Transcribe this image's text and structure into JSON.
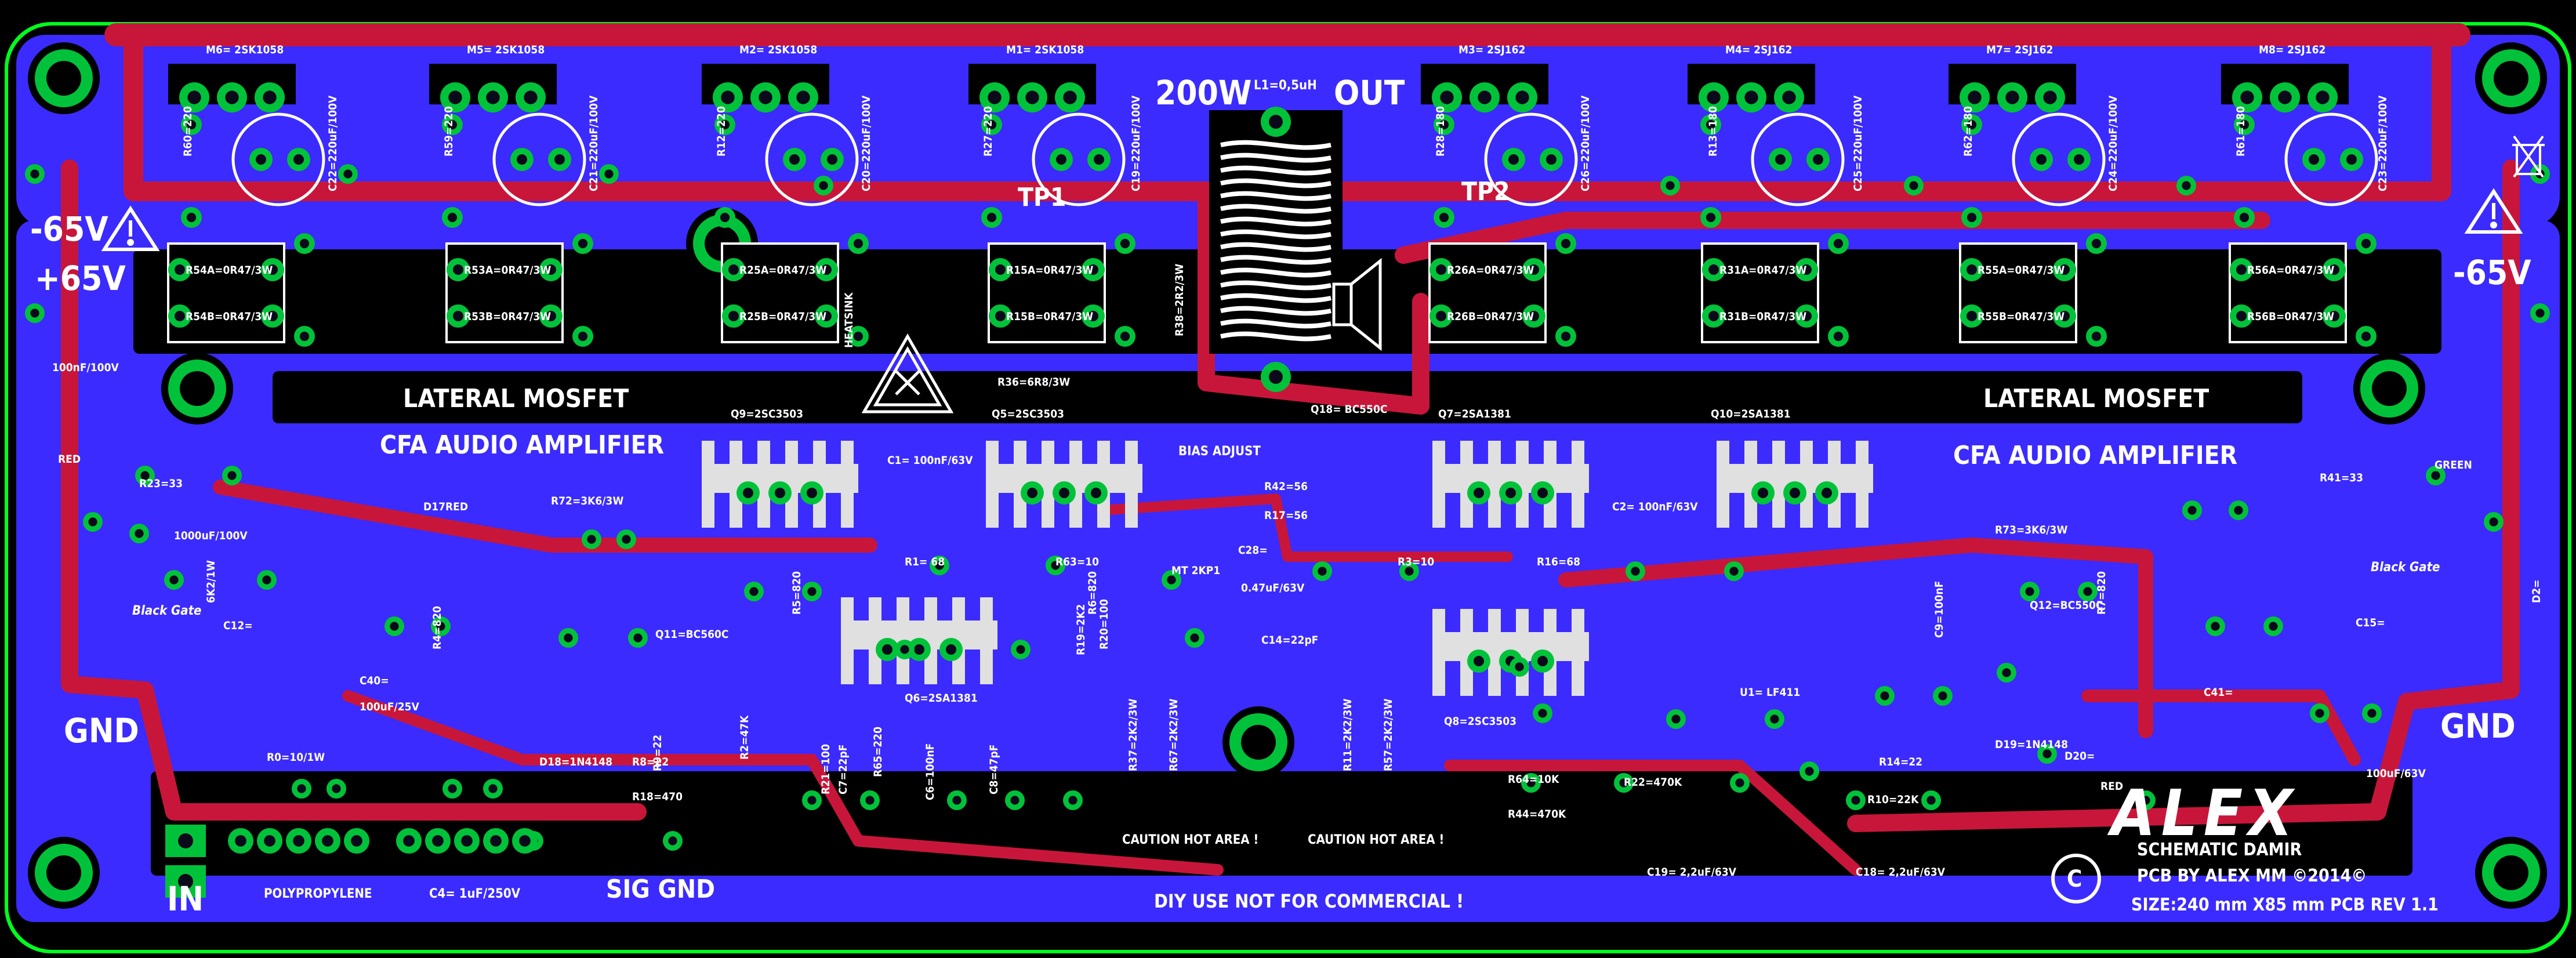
{
  "colors": {
    "background": "#000000",
    "board": "#3b2bff",
    "outline": "#00ff1e",
    "trace": "#c8163a",
    "pad": "#00c23a",
    "silk": "#ffffff",
    "hole": "#0a0a1a"
  },
  "titles": {
    "power": "200W",
    "inductor": "L1=0,5uH",
    "out": "OUT",
    "minus65_left": "-65V",
    "plus65_left": "+65V",
    "minus65_right": "-65V",
    "gnd_left": "GND",
    "gnd_right": "GND",
    "in": "IN",
    "sig_gnd": "SIG GND",
    "tp1": "TP1",
    "tp2": "TP2",
    "bias_adjust": "BIAS ADJUST",
    "lateral_left": "LATERAL MOSFET",
    "cfa_left": "CFA AUDIO AMPLIFIER",
    "lateral_right": "LATERAL MOSFET",
    "cfa_right": "CFA AUDIO AMPLIFIER",
    "caution1": "CAUTION HOT AREA !",
    "caution2": "CAUTION HOT AREA !",
    "diy": "DIY USE NOT FOR COMMERCIAL !",
    "alex": "ALEX",
    "schematic": "SCHEMATIC DAMIR",
    "pcb_by": "PCB BY ALEX MM ©2014©",
    "size": "SIZE:240 mm X85 mm  PCB REV 1.1",
    "polypropylene": "POLYPROPYLENE",
    "c4": "C4= 1uF/250V",
    "black_gate": "Black Gate",
    "red": "RED",
    "green": "GREEN"
  },
  "mosfets_top": [
    "M6= 2SK1058",
    "M5= 2SK1058",
    "M2= 2SK1058",
    "M1= 2SK1058",
    "M3= 2SJ162",
    "M4= 2SJ162",
    "M7= 2SJ162",
    "M8= 2SJ162"
  ],
  "source_resistors": [
    [
      "R54A=0R47/3W",
      "R54B=0R47/3W"
    ],
    [
      "R53A=0R47/3W",
      "R53B=0R47/3W"
    ],
    [
      "R25A=0R47/3W",
      "R25B=0R47/3W"
    ],
    [
      "R15A=0R47/3W",
      "R15B=0R47/3W"
    ],
    [
      "R26A=0R47/3W",
      "R26B=0R47/3W"
    ],
    [
      "R31A=0R47/3W",
      "R31B=0R47/3W"
    ],
    [
      "R55A=0R47/3W",
      "R55B=0R47/3W"
    ],
    [
      "R56A=0R47/3W",
      "R56B=0R47/3W"
    ]
  ],
  "labels": [
    "R60=220",
    "R59=220",
    "R12=220",
    "R27=220",
    "R28=180",
    "R13=180",
    "R62=180",
    "R61=180",
    "C22=220uF/100V",
    "C21=220uF/100V",
    "C20=220uF/100V",
    "C19=220uF/100V",
    "C26=220uF/100V",
    "C25=220uF/100V",
    "C24=220uF/100V",
    "C23=220uF/100V",
    "100nF/100V",
    "R38=2R2/3W",
    "R36=6R8/3W",
    "Q9=2SC3503",
    "Q5=2SC3503",
    "Q7=2SA1381",
    "Q10=2SA1381",
    "Q6=2SA1381",
    "Q8=2SC3503",
    "Q18= BC550C",
    "R42=56",
    "R17=56",
    "C28=",
    "0.47uF/63V",
    "C14=22pF",
    "R1= 68",
    "R63=10",
    "R3=10",
    "R16=68",
    "C1= 100nF/63V",
    "C2= 100nF/63V",
    "R23=33",
    "R41=33",
    "R72=3K6/3W",
    "R73=3K6/3W",
    "C12=",
    "C15=",
    "1000uF/100V",
    "C40=",
    "C41=",
    "100uF/25V",
    "100uF/63V",
    "R0=10/1W",
    "R8=22",
    "R18=470",
    "R14=22",
    "R10=22K",
    "R22=470K",
    "R64=10K",
    "R44=470K",
    "C19= 2,2uF/63V",
    "C18= 2,2uF/63V",
    "U1= LF411",
    "D17RED",
    "D20=",
    "D18=1N4148",
    "D19=1N4148",
    "Q11=BC560C",
    "Q12=BC550C",
    "MT 2KP1",
    "HEATSINK",
    "R4=820",
    "R5=820",
    "R6=820",
    "R7=820",
    "R9=22",
    "R2=47K",
    "R21=100",
    "R65=220",
    "C6=100nF",
    "C8=47pF",
    "C7=22pF",
    "C9=100nF",
    "D2=",
    "6K2/1W",
    "R20=100",
    "R19=2K2",
    "R37=2K2/3W",
    "R67=2K2/3W",
    "R11=2K2/3W",
    "R57=2K2/3W"
  ]
}
